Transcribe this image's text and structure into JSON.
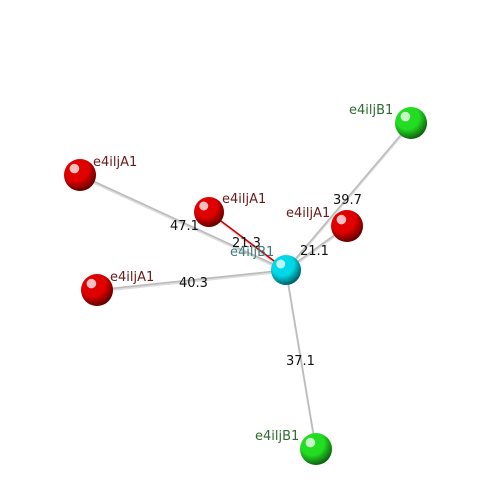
{
  "nodes": [
    {
      "id": "center",
      "label": "e4iljB1",
      "color": "#00d8e8",
      "label_color": "#3a7a7a",
      "kind": "center-atom"
    },
    {
      "id": "a1",
      "label": "e4iljA1",
      "color": "#e00000",
      "label_color": "#6b1a1a",
      "kind": "chain-a-atom"
    },
    {
      "id": "a2",
      "label": "e4iljA1",
      "color": "#e00000",
      "label_color": "#6b1a1a",
      "kind": "chain-a-atom"
    },
    {
      "id": "a3",
      "label": "e4iljA1",
      "color": "#e00000",
      "label_color": "#6b1a1a",
      "kind": "chain-a-atom"
    },
    {
      "id": "a4",
      "label": "e4iljA1",
      "color": "#e00000",
      "label_color": "#6b1a1a",
      "kind": "chain-a-atom"
    },
    {
      "id": "b1",
      "label": "e4iljB1",
      "color": "#22dd22",
      "label_color": "#2f6b2f",
      "kind": "chain-b-atom"
    },
    {
      "id": "b2",
      "label": "e4iljB1",
      "color": "#22dd22",
      "label_color": "#2f6b2f",
      "kind": "chain-b-atom"
    }
  ],
  "edges": [
    {
      "from": "center",
      "to": "a1",
      "distance": "47.1",
      "color": "#bbbbbb"
    },
    {
      "from": "center",
      "to": "a2",
      "distance": "21.3",
      "color": "#cc0000"
    },
    {
      "from": "center",
      "to": "a3",
      "distance": "21.1",
      "color": "#bbbbbb"
    },
    {
      "from": "center",
      "to": "a4",
      "distance": "40.3",
      "color": "#bbbbbb"
    },
    {
      "from": "center",
      "to": "b1",
      "distance": "39.7",
      "color": "#bbbbbb"
    },
    {
      "from": "center",
      "to": "b2",
      "distance": "37.1",
      "color": "#bbbbbb"
    }
  ]
}
